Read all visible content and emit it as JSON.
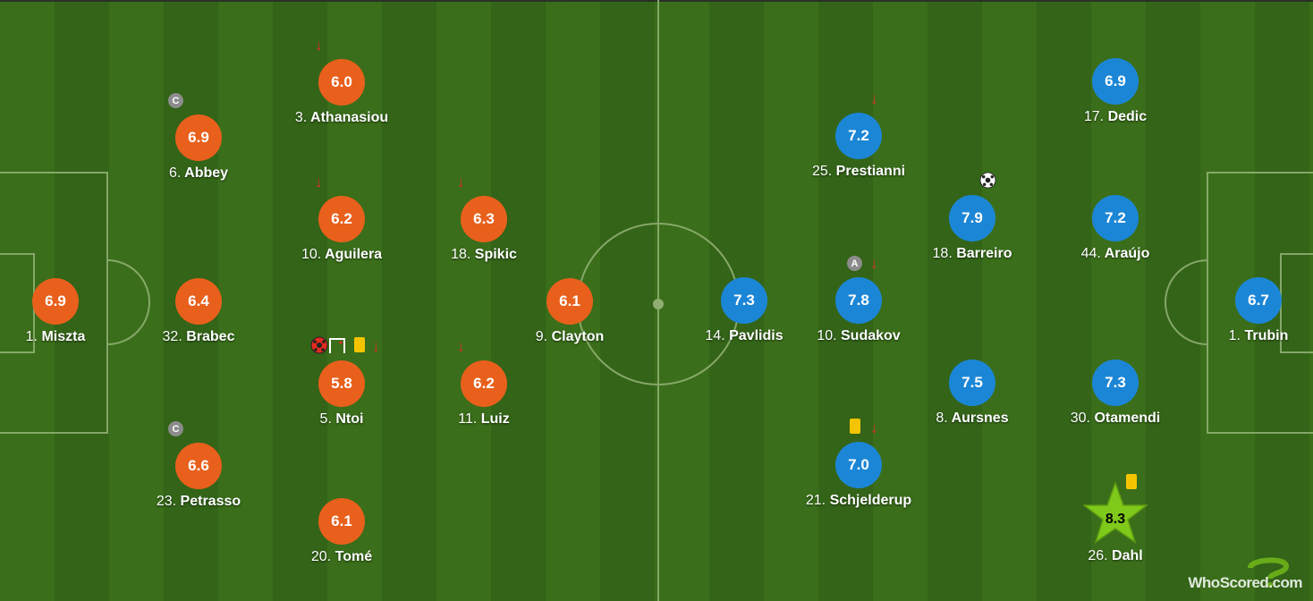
{
  "brand": {
    "name": "WhoScored.com"
  },
  "colors": {
    "home": "#e8601c",
    "away": "#1c86d6",
    "motm": "#7ec91a",
    "sub": "#e42b1f",
    "card": "#f5c400"
  },
  "home": {
    "players": [
      {
        "id": "miszta",
        "num": "1.",
        "name": "Miszta",
        "rating": "6.9"
      },
      {
        "id": "abbey",
        "num": "6.",
        "name": "Abbey",
        "rating": "6.9",
        "badge": "C"
      },
      {
        "id": "brabec",
        "num": "32.",
        "name": "Brabec",
        "rating": "6.4"
      },
      {
        "id": "petrasso",
        "num": "23.",
        "name": "Petrasso",
        "rating": "6.6",
        "badge": "C"
      },
      {
        "id": "athanasiou",
        "num": "3.",
        "name": "Athanasiou",
        "rating": "6.0",
        "subbed_off": true
      },
      {
        "id": "aguilera",
        "num": "10.",
        "name": "Aguilera",
        "rating": "6.2",
        "subbed_off": true
      },
      {
        "id": "ntoi",
        "num": "5.",
        "name": "Ntoi",
        "rating": "5.8",
        "subbed_off": true,
        "own_goal": true,
        "yellow_card": true
      },
      {
        "id": "tome",
        "num": "20.",
        "name": "Tomé",
        "rating": "6.1"
      },
      {
        "id": "spikic",
        "num": "18.",
        "name": "Spikic",
        "rating": "6.3",
        "subbed_off": true
      },
      {
        "id": "luiz",
        "num": "11.",
        "name": "Luiz",
        "rating": "6.2",
        "subbed_off": true
      },
      {
        "id": "clayton",
        "num": "9.",
        "name": "Clayton",
        "rating": "6.1"
      }
    ]
  },
  "away": {
    "players": [
      {
        "id": "pavlidis",
        "num": "14.",
        "name": "Pavlidis",
        "rating": "7.3"
      },
      {
        "id": "prestianni",
        "num": "25.",
        "name": "Prestianni",
        "rating": "7.2",
        "subbed_off": true
      },
      {
        "id": "sudakov",
        "num": "10.",
        "name": "Sudakov",
        "rating": "7.8",
        "subbed_off": true,
        "badge": "A"
      },
      {
        "id": "schjelderup",
        "num": "21.",
        "name": "Schjelderup",
        "rating": "7.0",
        "subbed_off": true,
        "yellow_card": true
      },
      {
        "id": "barreiro",
        "num": "18.",
        "name": "Barreiro",
        "rating": "7.9",
        "goal": true
      },
      {
        "id": "aursnes",
        "num": "8.",
        "name": "Aursnes",
        "rating": "7.5"
      },
      {
        "id": "dedic",
        "num": "17.",
        "name": "Dedic",
        "rating": "6.9"
      },
      {
        "id": "araujo",
        "num": "44.",
        "name": "Araújo",
        "rating": "7.2"
      },
      {
        "id": "otamendi",
        "num": "30.",
        "name": "Otamendi",
        "rating": "7.3"
      },
      {
        "id": "dahl",
        "num": "26.",
        "name": "Dahl",
        "rating": "8.3",
        "man_of_the_match": true,
        "yellow_card": true
      },
      {
        "id": "trubin",
        "num": "1.",
        "name": "Trubin",
        "rating": "6.7"
      }
    ]
  }
}
